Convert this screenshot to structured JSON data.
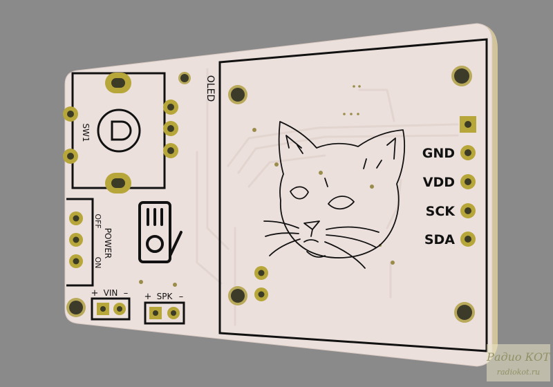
{
  "board": {
    "colors": {
      "background": "#8a8a8a",
      "substrate": "#ece0dc",
      "edge": "#d2c49a",
      "pad_gold": "#b7a63a",
      "pad_hole": "#3b3b26",
      "silkscreen": "#111111",
      "trace": "#e3d6d1"
    },
    "labels": {
      "oled": "OLED",
      "sw1": "SW1",
      "power": "POWER",
      "off": "OFF",
      "on": "ON",
      "vin": "VIN",
      "spk": "SPK",
      "plus": "+",
      "minus": "–"
    },
    "pins": [
      {
        "label": "GND"
      },
      {
        "label": "VDD"
      },
      {
        "label": "SCK"
      },
      {
        "label": "SDA"
      }
    ]
  },
  "watermark": {
    "brand": "Радио КОТ",
    "url": "radiokot.ru"
  }
}
